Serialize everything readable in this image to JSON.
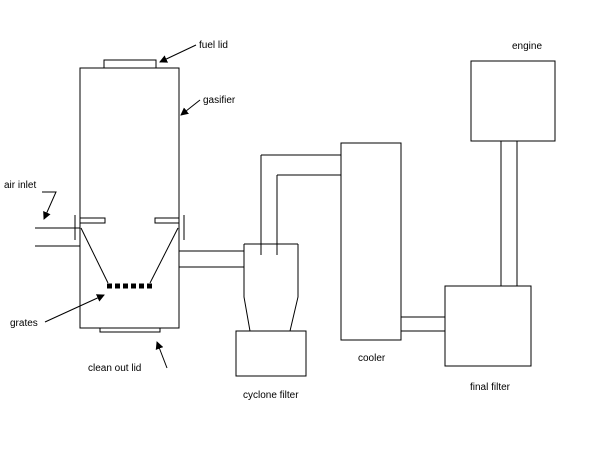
{
  "labels": {
    "fuel_lid": "fuel lid",
    "gasifier": "gasifier",
    "air_inlet": "air inlet",
    "grates": "grates",
    "clean_out_lid": "clean out lid",
    "cyclone_filter": "cyclone filter",
    "cooler": "cooler",
    "engine": "engine",
    "final_filter": "final filter"
  },
  "colors": {
    "line": "#000000",
    "background": "#ffffff"
  }
}
